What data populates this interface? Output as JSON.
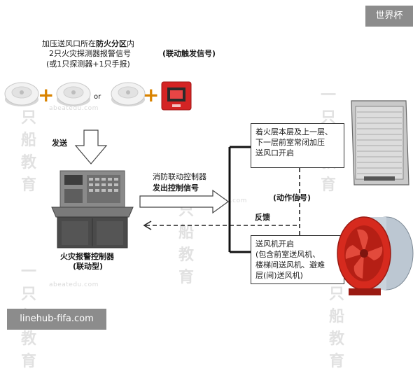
{
  "badges": {
    "top_right": "世界杯",
    "bottom_left": "linehub-fifa.com"
  },
  "watermark": {
    "text": "一只船教育",
    "sub": "abeatedu.com"
  },
  "trigger": {
    "line1_pre": "加压送风口所在",
    "line1_bold": "防火分区",
    "line1_post": "内",
    "line2": "2只火灾探测器报警信号",
    "line3": "(或1只探测器+1只手报)",
    "linkage": "(联动触发信号)",
    "or": "or"
  },
  "send_label": "发送",
  "controller": {
    "line1": "火灾报警控制器",
    "line2": "(联动型)"
  },
  "output": {
    "line1": "消防联动控制器",
    "line2": "发出控制信号"
  },
  "feedback": "反馈",
  "action_signal": "(动作信号)",
  "box_top": {
    "line1": "着火层本层及上一层、",
    "line2": "下一层前室常闭加压",
    "line3": "送风口开启"
  },
  "box_bottom": {
    "line1": "送风机开启",
    "line2": "(包含前室送风机、",
    "line3": "楼梯间送风机、避难",
    "line4": "层(间)送风机)"
  },
  "colors": {
    "accent": "#d98300",
    "alarm_red": "#d42424",
    "fan_red": "#d62a1e",
    "badge_gray": "#8c8c8c"
  },
  "icons": [
    "smoke-detector-icon",
    "manual-alarm-icon",
    "air-vent-icon",
    "axial-fan-icon"
  ]
}
